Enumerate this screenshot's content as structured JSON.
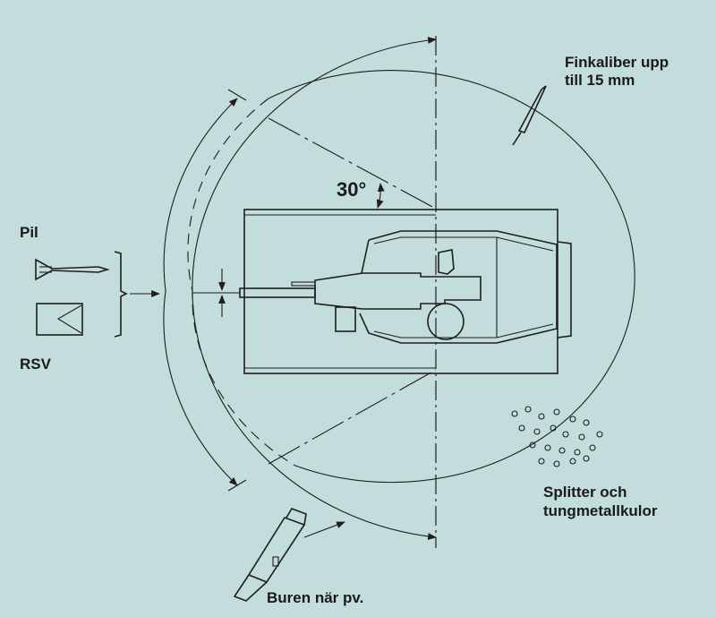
{
  "diagram": {
    "angle_label": "30°",
    "labels": {
      "fine_caliber": "Finkaliber upp\ntill 15 mm",
      "fine_caliber_line1": "Finkaliber upp",
      "fine_caliber_line2": "till 15 mm",
      "arrow": "Pil",
      "rsv": "RSV",
      "fragments_line1": "Splitter och",
      "fragments_line2": "tungmetallkulor",
      "carried_line1": "Buren när pv."
    },
    "colors": {
      "background": "#c3dcdc",
      "ink": "#1e1e1e"
    }
  }
}
